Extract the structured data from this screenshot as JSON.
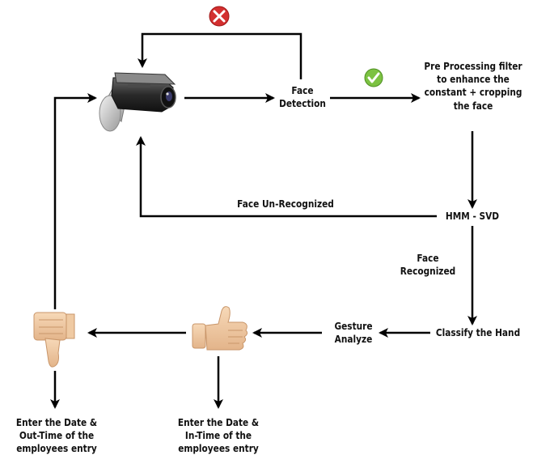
{
  "nodes": {
    "face_detection": "Face\nDetection",
    "preprocessing": "Pre Processing filter\nto enhance the\nconstant + cropping\nthe face",
    "hmm_svd": "HMM - SVD",
    "classify_hand": "Classify the Hand",
    "gesture_analyze": "Gesture\nAnalyze",
    "enter_in_time": "Enter the Date &\nIn-Time of the\nemployees entry",
    "enter_out_time": "Enter the Date &\nOut-Time of the\nemployees entry"
  },
  "edge_labels": {
    "face_unrecognized": "Face Un-Recognized",
    "face_recognized": "Face\nRecognized"
  },
  "icons": {
    "camera": "security-camera-icon",
    "fail": "red-x-badge-icon",
    "success": "green-check-badge-icon",
    "thumbs_up": "thumbs-up-hand-icon",
    "thumbs_down": "thumbs-down-hand-icon"
  },
  "colors": {
    "fail_badge": "#d32f2f",
    "success_badge": "#7cc242",
    "arrows": "#000000"
  }
}
